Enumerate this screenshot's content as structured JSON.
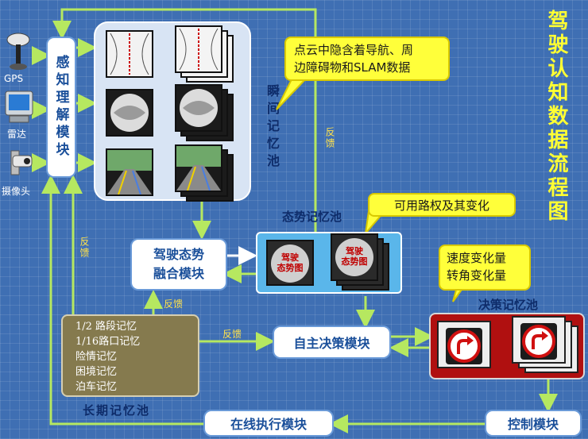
{
  "title": "驾驶认知数据流程图",
  "sensors": {
    "gps": "GPS",
    "radar": "雷达",
    "camera": "摄像头"
  },
  "modules": {
    "perception": "感知理解模块",
    "fusion_line1": "驾驶态势",
    "fusion_line2": "融合模块",
    "decision": "自主决策模块",
    "online_exec": "在线执行模块",
    "control": "控制模块"
  },
  "pools": {
    "instant": "瞬间记忆池",
    "situation": "态势记忆池",
    "decision": "决策记忆池",
    "long_term": "长期记忆池"
  },
  "situation_tile_label_line1": "驾驶",
  "situation_tile_label_line2": "态势图",
  "long_term_items": [
    "1/2 路段记忆",
    "1/16路口记忆",
    "险情记忆",
    "困境记忆",
    "泊车记忆"
  ],
  "callouts": {
    "point_cloud_line1": "点云中隐含着导航、周",
    "point_cloud_line2": "边障碍物和SLAM数据",
    "road_right": "可用路权及其变化",
    "speed_change": "速度变化量",
    "steer_change": "转角变化量"
  },
  "feedback_label": "反馈",
  "colors": {
    "arrow": "#b6e860",
    "module_text": "#1a4f9a",
    "callout": "#ffff3a",
    "decision_pool": "#b01010"
  },
  "icons": [
    "gps-icon",
    "radar-icon",
    "camera-icon",
    "turn-right-sign-icon"
  ]
}
